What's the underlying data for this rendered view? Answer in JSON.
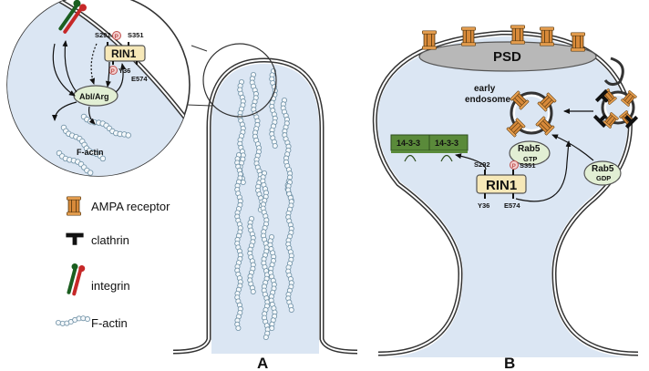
{
  "panels": {
    "a": "A",
    "b": "B"
  },
  "panel_a": {
    "rin1": "RIN1",
    "s292": "S292",
    "s351": "S351",
    "y36": "Y36",
    "e574": "E574",
    "p": "P",
    "abl_arg": "Abl/Arg",
    "f_actin": "F-actin"
  },
  "legend": {
    "ampa": "AMPA receptor",
    "clathrin": "clathrin",
    "integrin": "integrin",
    "f_actin": "F-actin"
  },
  "panel_b": {
    "psd": "PSD",
    "early_endosome_1": "early",
    "early_endosome_2": "endosome",
    "rab5_gtp_name": "Rab5",
    "rab5_gtp_state": "GTP",
    "rab5_gdp_name": "Rab5",
    "rab5_gdp_state": "GDP",
    "protein_1433_a": "14-3-3",
    "protein_1433_b": "14-3-3",
    "rin1": "RIN1",
    "s292": "S292",
    "s351": "S351",
    "y36": "Y36",
    "e574": "E574",
    "p": "P"
  },
  "colors": {
    "cytoplasm": "#dbe6f3",
    "membrane": "#333333",
    "rin1_fill": "#f6e8b8",
    "rab5_fill": "#e2efd4",
    "protein_1433": "#5a8a3a",
    "phospho": "#c0504d",
    "ampa": "#d88a3a",
    "psd": "#b8b8b8"
  }
}
